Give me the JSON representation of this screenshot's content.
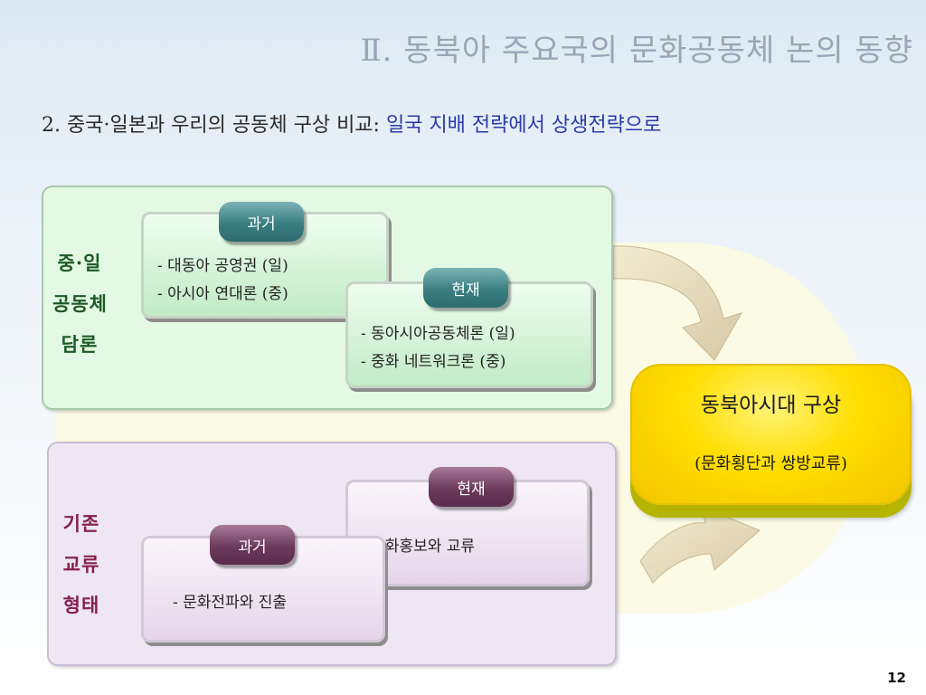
{
  "title": "Ⅱ. 동북아 주요국의 문화공동체 논의 동향",
  "subtitle": {
    "prefix": "2. 중국·일본과 우리의 공동체 구상 비교: ",
    "highlight": "일국 지배 전략에서 상생전략으로"
  },
  "top_panel": {
    "label_lines": [
      "중·일",
      "공동체",
      "담론"
    ],
    "past": {
      "badge": "과거",
      "lines": [
        "- 대동아 공영권 (일)",
        "- 아시아 연대론 (중)"
      ]
    },
    "present": {
      "badge": "현재",
      "lines": [
        "- 동아시아공동체론 (일)",
        "- 중화 네트워크론 (중)"
      ]
    }
  },
  "bottom_panel": {
    "label_lines": [
      "기존",
      "교류",
      "형태"
    ],
    "present": {
      "badge": "현재",
      "lines": [
        "- 문화홍보와 교류"
      ]
    },
    "past": {
      "badge": "과거",
      "lines": [
        "- 문화전파와 진출"
      ]
    }
  },
  "goal": {
    "title": "동북아시대 구상",
    "subtitle": "(문화횡단과 쌍방교류)"
  },
  "page_number": "12",
  "colors": {
    "accent_blue": "#2b3aa8",
    "green_label": "#1d5a24",
    "plum_label": "#862051",
    "goal_yellow": "#ffde00"
  }
}
